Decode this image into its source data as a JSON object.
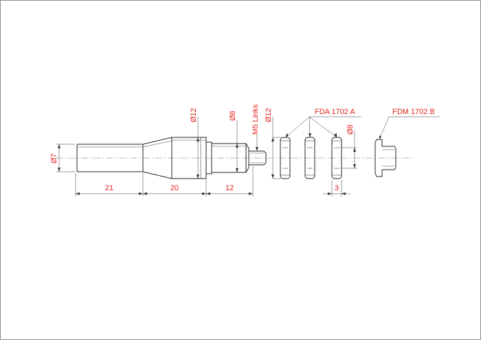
{
  "colors": {
    "dimension_text": "#e0201b",
    "line": "#222222",
    "background": "#ffffff"
  },
  "dimensions": {
    "diameter_7": "Ø7",
    "diameter_12_shaft": "Ø12",
    "diameter_8_shaft": "Ø8",
    "thread": "M5 Links",
    "diameter_12_ring": "Ø12",
    "diameter_8_ring": "Ø8",
    "length_21": "21",
    "length_20": "20",
    "length_12": "12",
    "ring_width_3": "3"
  },
  "labels": {
    "part_a": "FDA 1702 A",
    "part_b": "FDM 1702 B"
  }
}
